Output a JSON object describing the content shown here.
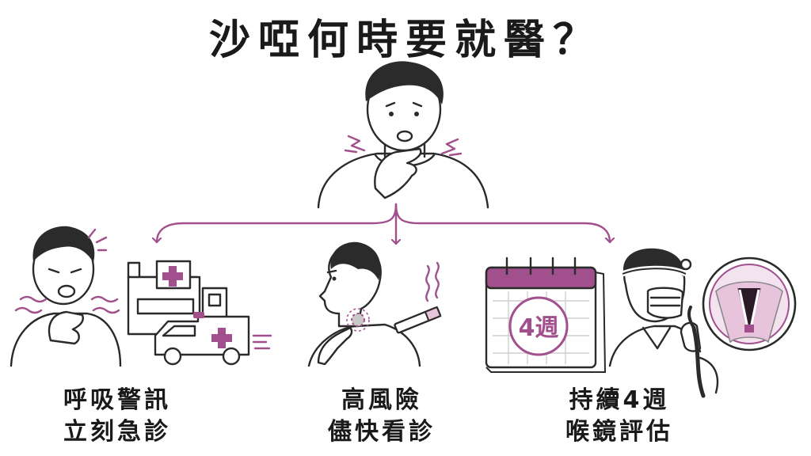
{
  "title": "沙啞何時要就醫？",
  "colors": {
    "accent": "#a24f8e",
    "accent_light": "#e7c3dc",
    "ink": "#1a1a1a"
  },
  "center_figure": {
    "icon": "person-holding-throat-icon"
  },
  "branches": [
    {
      "icons": [
        "person-coughing-icon",
        "hospital-icon",
        "ambulance-icon"
      ],
      "caption_lines": [
        "呼吸警訊",
        "立刻急診"
      ]
    },
    {
      "icons": [
        "person-touching-neck-lump-icon",
        "cigarette-icon"
      ],
      "caption_lines": [
        "高風險",
        "儘快看診"
      ]
    },
    {
      "icons": [
        "calendar-icon",
        "doctor-laryngoscope-icon",
        "vocal-cords-icon"
      ],
      "calendar_badge": "4週",
      "caption_lines": [
        "持續4週",
        "喉鏡評估"
      ]
    }
  ]
}
